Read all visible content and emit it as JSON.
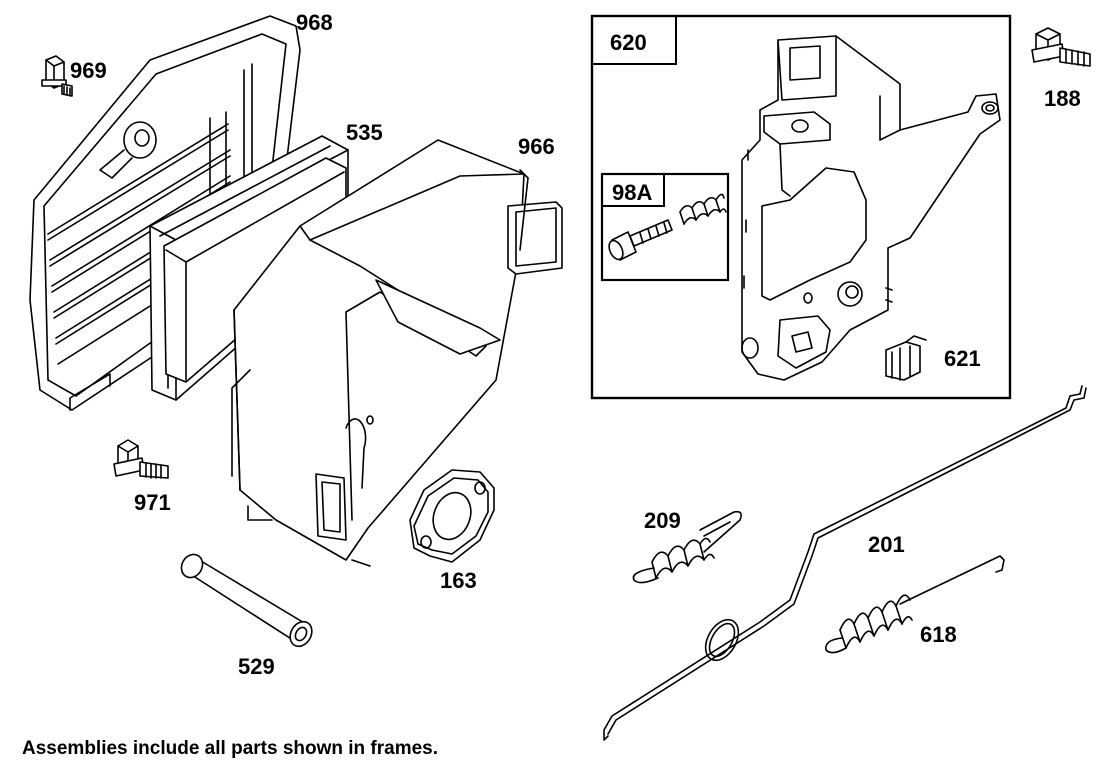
{
  "parts": {
    "p968": "968",
    "p969": "969",
    "p535": "535",
    "p966": "966",
    "p971": "971",
    "p529": "529",
    "p163": "163",
    "p620": "620",
    "p98a": "98A",
    "p621": "621",
    "p188": "188",
    "p209": "209",
    "p201": "201",
    "p618": "618"
  },
  "footer_note": "Assemblies include all parts shown in frames."
}
